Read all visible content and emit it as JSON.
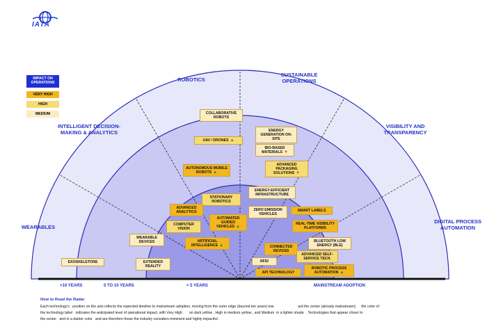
{
  "logo_text": "IATA",
  "legend": {
    "title": "IMPACT ON OPERATIONS",
    "very_high": "VERY HIGH",
    "high": "HIGH",
    "medium": "MEDIUM"
  },
  "categories": {
    "robotics": "ROBOTICS",
    "sustainable": "SUSTAINABLE OPERATIONS",
    "intelligent": "INTELLIGENT DECISION-MAKING & ANALYTICS",
    "visibility": "VISIBILITY AND TRANSPARENCY",
    "wearables": "WEARABLES",
    "digital": "DIGITAL PROCESS AUTOMATION"
  },
  "technologies": {
    "collaborative_robots": "COLLABORATIVE ROBOTS",
    "uav_drones": "UAV / DRONES",
    "energy_generation": "ENERGY GENERATION ON-SITE",
    "bio_based": "BIO-BASED MATERIALS",
    "advanced_packaging": "ADVANCED PACKAGING SOLUTIONS",
    "autonomous_mobile": "AUTONOMOUS MOBILE ROBOTS",
    "stationary_robotics": "STATIONARY ROBOTICS",
    "energy_efficient": "ENERGY-EFFICIENT INFRASTRUCTURE",
    "advanced_analytics": "ADVANCED ANALYTICS",
    "computer_vision": "COMPUTER VISION",
    "automated_guided": "AUTOMATED GUIDED VEHICLES",
    "zero_emission": "ZERO EMISSION VEHICLES",
    "smart_labels": "SMART LABELS",
    "realtime_visibility": "REAL-TIME VISIBILITY PLATFORMS",
    "wearable_devices": "WEARABLE DEVICES",
    "artificial_intelligence": "ARTIFICIAL INTELLIGENCE",
    "connected_devices": "CONNECTED DEVICES",
    "ble": "BLUETOOTH LOW ENERGY (BLE)",
    "exoskeletons": "EXOSKELETONS",
    "extended_reality": "EXTENDED REALITY",
    "rfid": "RFID",
    "advanced_self_service": "ADVANCED SELF-SERVICE TECH.",
    "api_technology": "API TECHNOLOGY",
    "rpa": "ROBOTIC PROCESS AUTOMATION"
  },
  "axis": {
    "gt10": ">10 YEARS",
    "five_to_ten": "5 TO 10 YEARS",
    "lt5": "< 5 YEARS",
    "mainstream": "MAINSTREAM ADOPTION"
  },
  "howto_title": "How to Read the Radar",
  "footnote_line1_a": "Each technology's",
  "footnote_line1_b": "position on the axis reflects the expected timeline to mainstream adoption, moving from the outer edge (beyond ten years) tow",
  "footnote_line1_c": "ard the center (already mainstream);",
  "footnote_line1_d": "the color of",
  "footnote_line2_a": "the technology label",
  "footnote_line2_b": "indicates the anticipated level of operational impact, with Very High",
  "footnote_line2_c": "on dark yellow , High in medium yellow , and Medium",
  "footnote_line2_d": "in a lighter shade",
  "footnote_line2_e": ". Technologies that appear closer to",
  "footnote_line3_a": "the center",
  "footnote_line3_b": "and in a darker color",
  "footnote_line3_c": "and are therefore those the industry considers imminent and highly impactful.",
  "colors": {
    "very_high": "#f3b61f",
    "high": "#f7dc74",
    "medium": "#fbecc2",
    "accent": "#2232c7"
  }
}
